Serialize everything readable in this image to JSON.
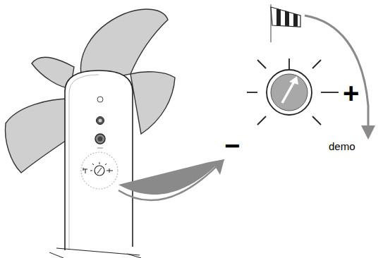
{
  "diagram": {
    "labels": [
      "−",
      "+",
      "demo"
    ]
  }
}
